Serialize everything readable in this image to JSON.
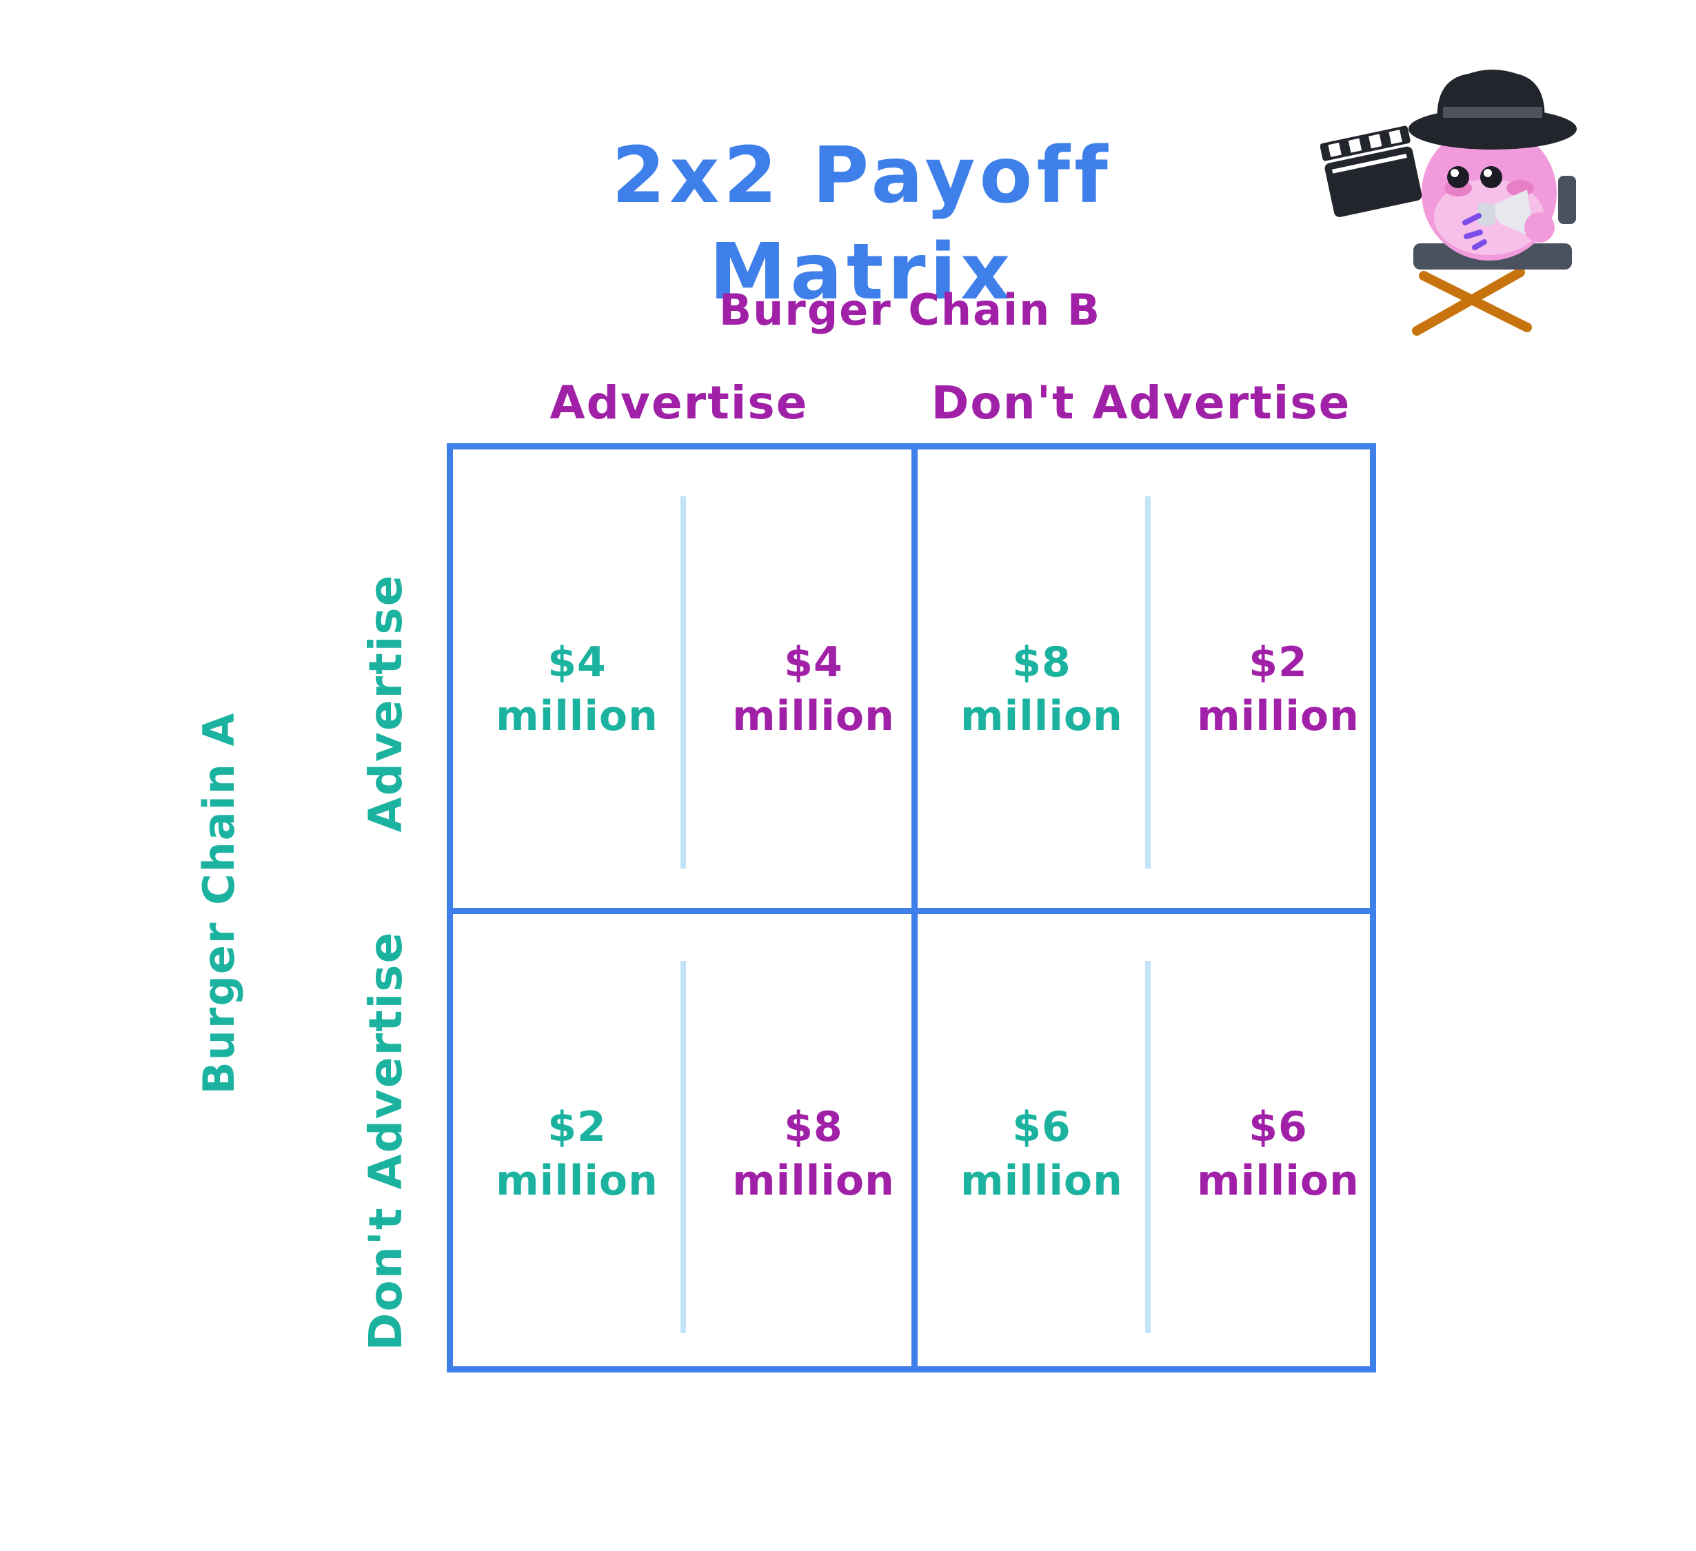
{
  "title": "2x2 Payoff Matrix",
  "player_b": "Burger Chain B",
  "player_a": "Burger Chain A",
  "columns": [
    "Advertise",
    "Don't Advertise"
  ],
  "rows": [
    "Advertise",
    "Don't Advertise"
  ],
  "cells": [
    {
      "a": "$4",
      "a_unit": "million",
      "b": "$4",
      "b_unit": "million"
    },
    {
      "a": "$8",
      "a_unit": "million",
      "b": "$2",
      "b_unit": "million"
    },
    {
      "a": "$2",
      "a_unit": "million",
      "b": "$8",
      "b_unit": "million"
    },
    {
      "a": "$6",
      "a_unit": "million",
      "b": "$6",
      "b_unit": "million"
    }
  ],
  "colors": {
    "accent": "#3f7fe9",
    "player_a": "#1bb3a0",
    "player_b": "#a020a8",
    "divider": "#c2e3f8"
  },
  "icons": [
    "film-director-mascot-icon",
    "clapperboard-icon"
  ]
}
